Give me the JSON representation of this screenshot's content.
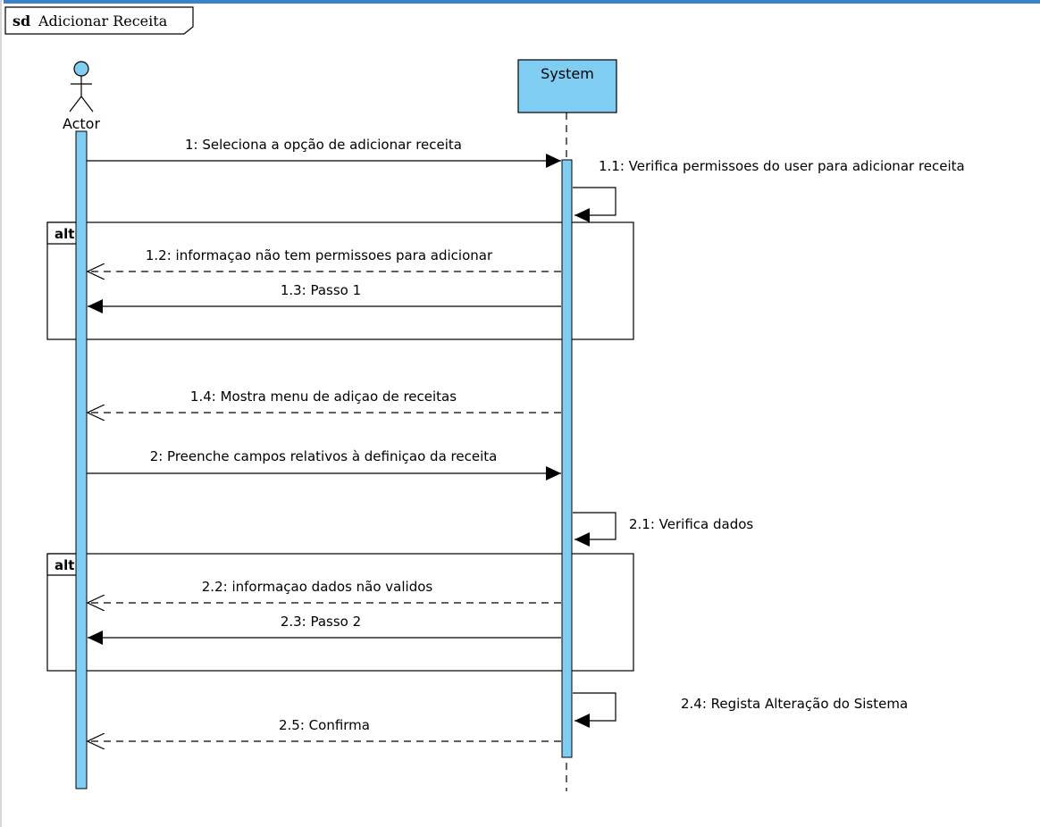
{
  "frame": {
    "keyword": "sd",
    "title": "Adicionar Receita"
  },
  "colors": {
    "lifeline_fill": "#7fcdf3",
    "stroke": "#000000",
    "top_bar": "#3a83c4"
  },
  "participants": {
    "actor": {
      "label": "Actor",
      "icon": "stick-figure-icon"
    },
    "system": {
      "label": "System"
    }
  },
  "fragments": {
    "alt1": {
      "operator": "alt"
    },
    "alt2": {
      "operator": "alt"
    }
  },
  "messages": {
    "m1": {
      "label": "1: Seleciona a opção de adicionar receita",
      "kind": "sync"
    },
    "m11": {
      "label": "1.1: Verifica permissoes do user para adicionar receita",
      "kind": "self"
    },
    "m12": {
      "label": "1.2: informaçao não tem permissoes para adicionar",
      "kind": "reply"
    },
    "m13": {
      "label": "1.3: Passo 1",
      "kind": "sync"
    },
    "m14": {
      "label": "1.4: Mostra menu de adiçao de receitas",
      "kind": "reply"
    },
    "m2": {
      "label": "2: Preenche campos relativos à definiçao da receita",
      "kind": "sync"
    },
    "m21": {
      "label": "2.1: Verifica dados",
      "kind": "self"
    },
    "m22": {
      "label": "2.2: informaçao dados não validos",
      "kind": "reply"
    },
    "m23": {
      "label": "2.3: Passo 2",
      "kind": "sync"
    },
    "m24": {
      "label": "2.4: Regista Alteração do Sistema",
      "kind": "self"
    },
    "m25": {
      "label": "2.5: Confirma",
      "kind": "reply"
    }
  }
}
